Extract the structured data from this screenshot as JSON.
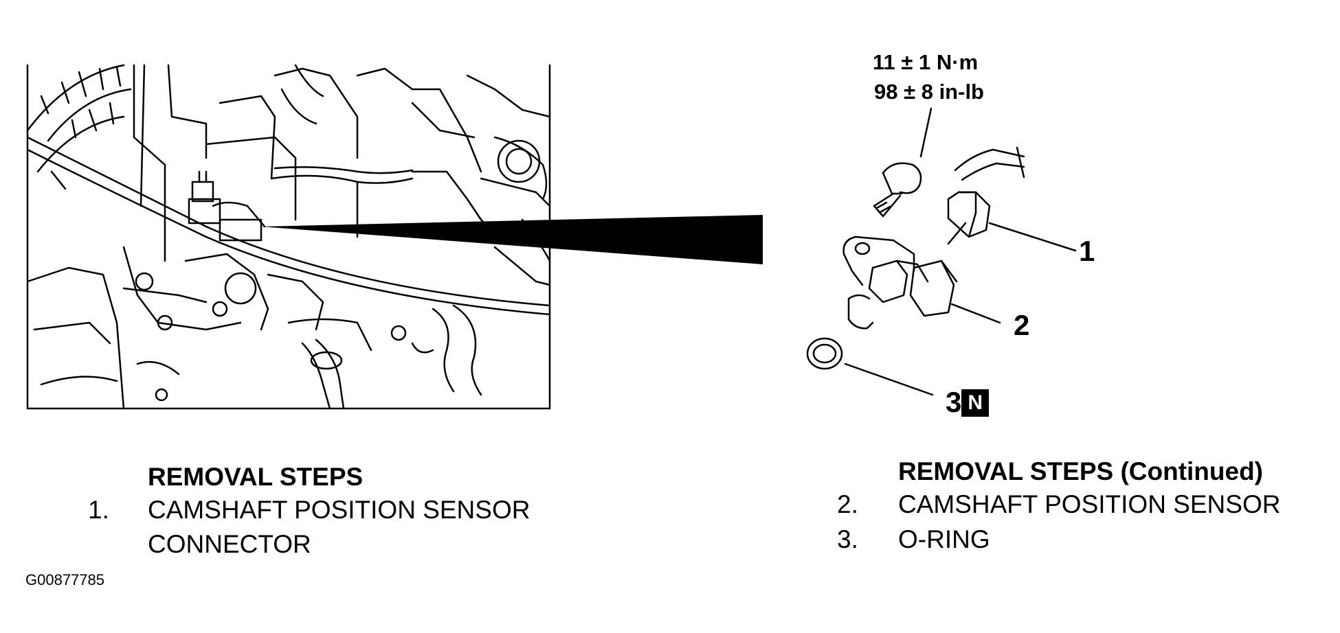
{
  "torque": {
    "metric": "11 ± 1 N·m",
    "imperial": "98 ± 8 in-lb"
  },
  "callouts": {
    "c1": "1",
    "c2": "2",
    "c3": "3",
    "c3_badge": "N"
  },
  "left_section": {
    "heading": "REMOVAL STEPS",
    "steps": [
      {
        "num": "1.",
        "line1": "CAMSHAFT POSITION SENSOR",
        "line2": "CONNECTOR"
      }
    ]
  },
  "right_section": {
    "heading": "REMOVAL STEPS (Continued)",
    "steps": [
      {
        "num": "2.",
        "text": "CAMSHAFT POSITION SENSOR"
      },
      {
        "num": "3.",
        "text": "O-RING"
      }
    ]
  },
  "figure_id": "G00877785"
}
